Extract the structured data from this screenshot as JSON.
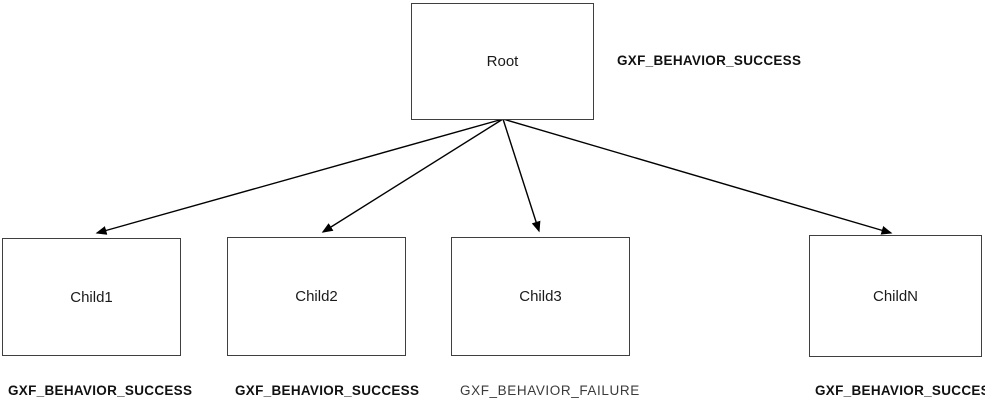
{
  "diagram": {
    "type": "behavior-tree",
    "nodes": [
      {
        "id": "root",
        "label": "Root",
        "status": "GXF_BEHAVIOR_SUCCESS",
        "status_style": "bold",
        "status_position": "right-of-node"
      },
      {
        "id": "child1",
        "label": "Child1",
        "status": "GXF_BEHAVIOR_SUCCESS",
        "status_style": "bold",
        "status_position": "below-node"
      },
      {
        "id": "child2",
        "label": "Child2",
        "status": "GXF_BEHAVIOR_SUCCESS",
        "status_style": "bold",
        "status_position": "below-node"
      },
      {
        "id": "child3",
        "label": "Child3",
        "status": "GXF_BEHAVIOR_FAILURE",
        "status_style": "regular",
        "status_position": "below-node"
      },
      {
        "id": "childn",
        "label": "ChildN",
        "status": "GXF_BEHAVIOR_SUCCESS",
        "status_style": "bold",
        "status_position": "below-node"
      }
    ],
    "edges": [
      {
        "from": "root",
        "to": "child1"
      },
      {
        "from": "root",
        "to": "child2"
      },
      {
        "from": "root",
        "to": "child3"
      },
      {
        "from": "root",
        "to": "childn"
      }
    ],
    "colors": {
      "box_border": "#3f3f3f",
      "box_fill": "#ffffff",
      "node_text": "#1a1a1a",
      "status_text_bold": "#111111",
      "status_text_regular": "#3a3a3a",
      "arrow": "#000000",
      "background": "#ffffff"
    }
  }
}
